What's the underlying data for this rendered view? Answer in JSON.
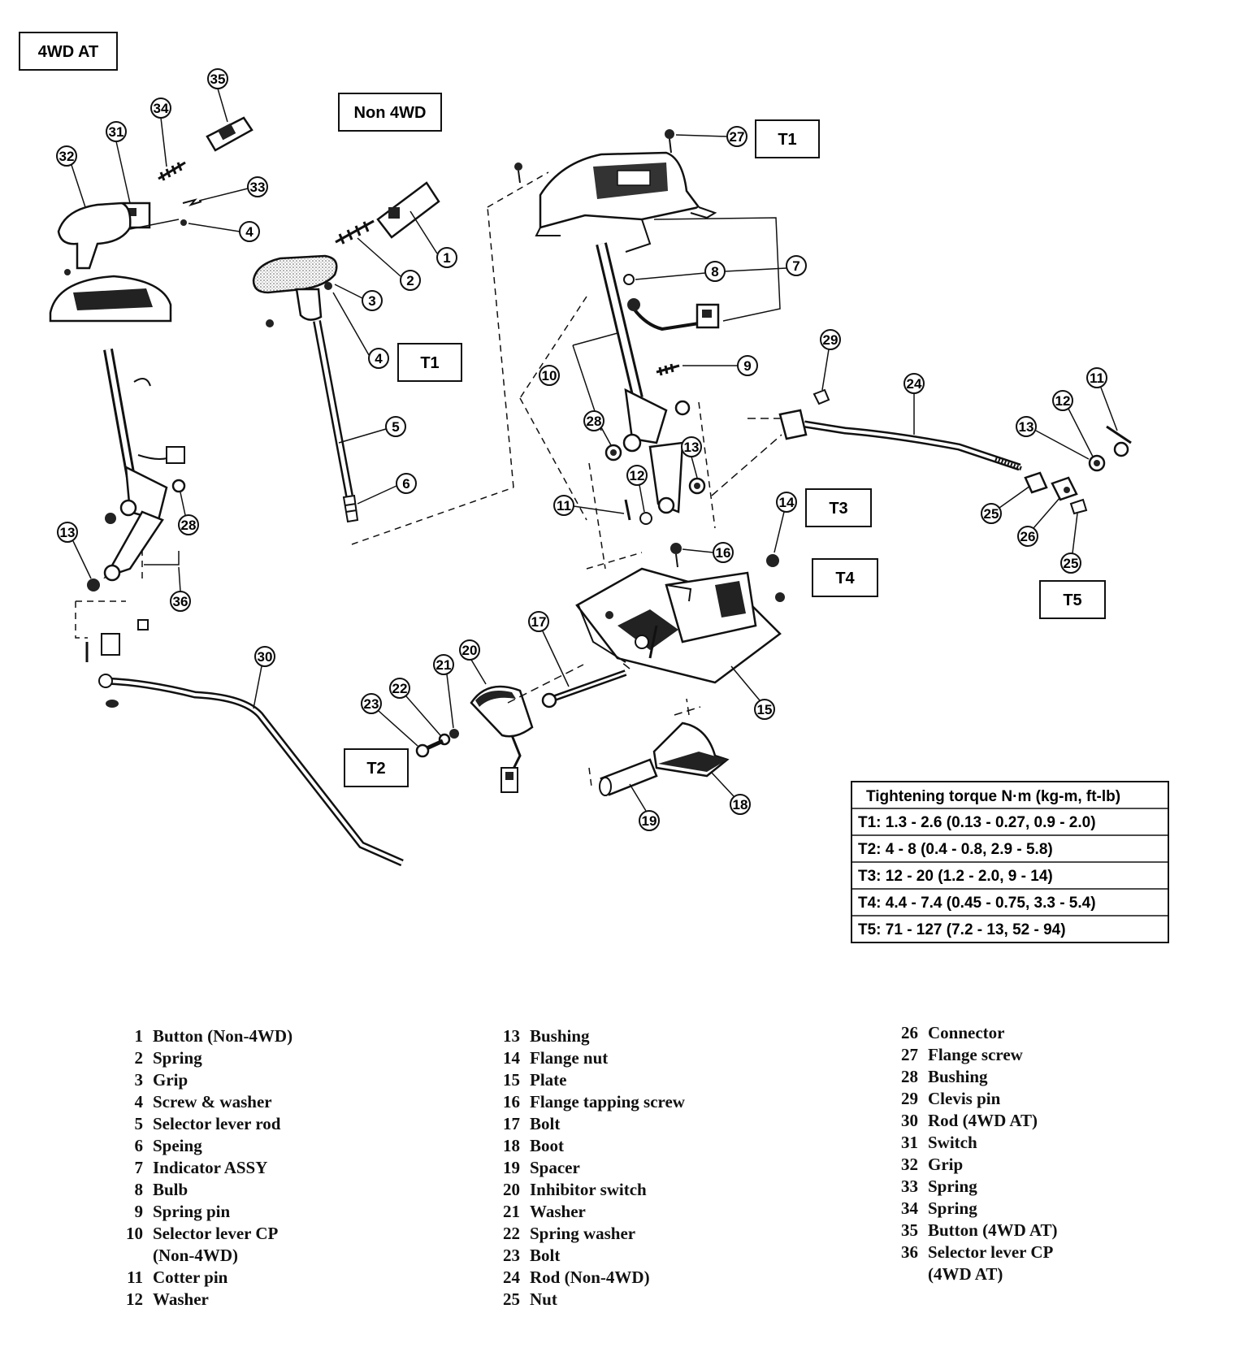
{
  "labels": {
    "4wd_at": "4WD AT",
    "non_4wd": "Non 4WD",
    "t1": "T1",
    "t2": "T2",
    "t3": "T3",
    "t4": "T4",
    "t5": "T5"
  },
  "callouts": {
    "c1": "1",
    "c2": "2",
    "c3": "3",
    "c4a": "4",
    "c4b": "4",
    "c5": "5",
    "c6": "6",
    "c7": "7",
    "c8": "8",
    "c9": "9",
    "c10": "10",
    "c11a": "11",
    "c11b": "11",
    "c12a": "12",
    "c12b": "12",
    "c13a": "13",
    "c13b": "13",
    "c13c": "13",
    "c14": "14",
    "c15": "15",
    "c16": "16",
    "c17": "17",
    "c18": "18",
    "c19": "19",
    "c20": "20",
    "c21": "21",
    "c22": "22",
    "c23": "23",
    "c24": "24",
    "c25a": "25",
    "c25b": "25",
    "c26": "26",
    "c27": "27",
    "c28a": "28",
    "c28b": "28",
    "c29": "29",
    "c30": "30",
    "c31": "31",
    "c32": "32",
    "c33": "33",
    "c34": "34",
    "c35": "35",
    "c36": "36"
  },
  "torque_table": {
    "header": "Tightening torque  N·m (kg-m, ft-lb)",
    "rows": [
      "T1:   1.3 - 2.6 (0.13 - 0.27, 0.9 - 2.0)",
      "T2:   4 - 8 (0.4 - 0.8, 2.9 - 5.8)",
      "T3:   12 - 20 (1.2 - 2.0, 9 - 14)",
      "T4:   4.4 - 7.4 (0.45 - 0.75, 3.3 - 5.4)",
      "T5:   71 - 127 (7.2 - 13, 52 - 94)"
    ]
  },
  "legend": {
    "col1": [
      {
        "n": "1",
        "t": "Button (Non-4WD)"
      },
      {
        "n": "2",
        "t": "Spring"
      },
      {
        "n": "3",
        "t": "Grip"
      },
      {
        "n": "4",
        "t": "Screw & washer"
      },
      {
        "n": "5",
        "t": "Selector lever rod"
      },
      {
        "n": "6",
        "t": "Speing"
      },
      {
        "n": "7",
        "t": "Indicator ASSY"
      },
      {
        "n": "8",
        "t": "Bulb"
      },
      {
        "n": "9",
        "t": "Spring pin"
      },
      {
        "n": "10",
        "t": "Selector lever CP"
      },
      {
        "n": "",
        "t": "(Non-4WD)"
      },
      {
        "n": "11",
        "t": "Cotter pin"
      },
      {
        "n": "12",
        "t": "Washer"
      }
    ],
    "col2": [
      {
        "n": "13",
        "t": "Bushing"
      },
      {
        "n": "14",
        "t": "Flange nut"
      },
      {
        "n": "15",
        "t": "Plate"
      },
      {
        "n": "16",
        "t": "Flange tapping screw"
      },
      {
        "n": "17",
        "t": "Bolt"
      },
      {
        "n": "18",
        "t": "Boot"
      },
      {
        "n": "19",
        "t": "Spacer"
      },
      {
        "n": "20",
        "t": "Inhibitor switch"
      },
      {
        "n": "21",
        "t": "Washer"
      },
      {
        "n": "22",
        "t": "Spring washer"
      },
      {
        "n": "23",
        "t": "Bolt"
      },
      {
        "n": "24",
        "t": "Rod (Non-4WD)"
      },
      {
        "n": "25",
        "t": "Nut"
      }
    ],
    "col3": [
      {
        "n": "26",
        "t": "Connector"
      },
      {
        "n": "27",
        "t": "Flange screw"
      },
      {
        "n": "28",
        "t": "Bushing"
      },
      {
        "n": "29",
        "t": "Clevis pin"
      },
      {
        "n": "30",
        "t": "Rod (4WD AT)"
      },
      {
        "n": "31",
        "t": "Switch"
      },
      {
        "n": "32",
        "t": "Grip"
      },
      {
        "n": "33",
        "t": "Spring"
      },
      {
        "n": "34",
        "t": "Spring"
      },
      {
        "n": "35",
        "t": "Button (4WD AT)"
      },
      {
        "n": "36",
        "t": "Selector lever CP"
      },
      {
        "n": "",
        "t": "(4WD AT)"
      }
    ]
  }
}
